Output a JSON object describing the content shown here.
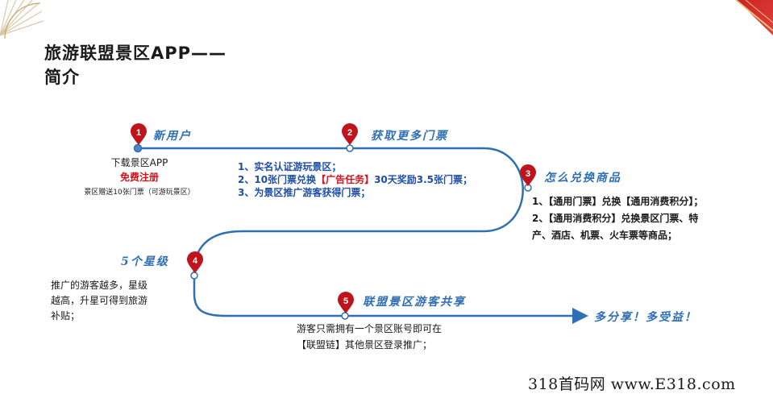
{
  "title_line1": "旅游联盟景区APP——",
  "title_line2": "简介",
  "steps": [
    {
      "num": "1",
      "label": "新用户"
    },
    {
      "num": "2",
      "label": "获取更多门票"
    },
    {
      "num": "3",
      "label": "怎么兑换商品"
    },
    {
      "num": "4",
      "label": "5个星级"
    },
    {
      "num": "5",
      "label": "联盟景区游客共享"
    }
  ],
  "step1_text": {
    "line1": "下载景区APP",
    "line2": "免费注册",
    "line3": "景区赠送10张门票（可游玩景区）"
  },
  "step2_text": {
    "line1": "1、实名认证游玩景区；",
    "line2_pre": "2、10张门票兑换",
    "line2_red": "【广告任务】",
    "line2_post": "30天奖励3.5张门票；",
    "line3": "3、为景区推广游客获得门票；"
  },
  "step3_text": {
    "line1": "1、【通用门票】兑换【通用消费积分】；",
    "line2": "2、【通用消费积分】兑换景区门票、特",
    "line3": "产、酒店、机票、火车票等商品；"
  },
  "step4_text": {
    "line1": "推广的游客越多，星级",
    "line2": "越高，升星可得到旅游",
    "line3": "补贴；"
  },
  "step5_text": {
    "line1": "游客只需拥有一个景区账号即可在",
    "line2": "【联盟链】其他景区登录推广；"
  },
  "slogan": "多分享！多受益！",
  "watermark": "318首码网 www.E318.com",
  "colors": {
    "path": "#2f6fb3",
    "marker": "#c0141c",
    "accent_red": "#d0121b",
    "text_blue": "#1f4ea8"
  }
}
